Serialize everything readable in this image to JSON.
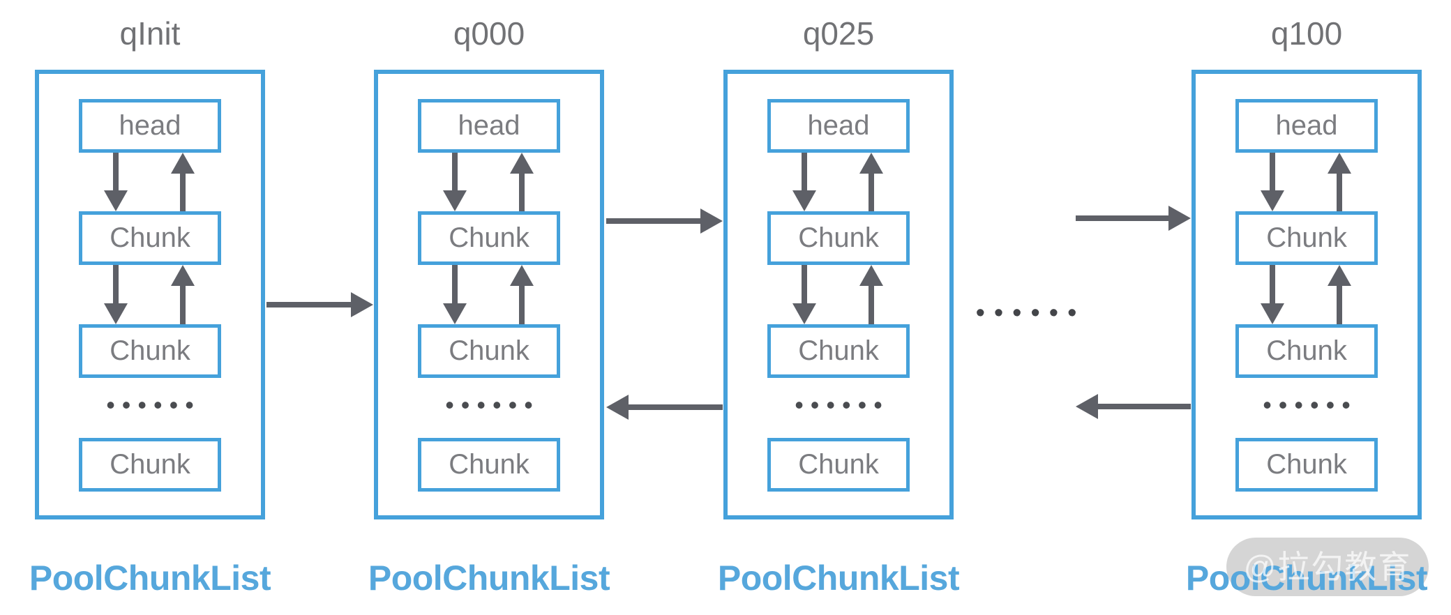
{
  "columns": [
    {
      "queue_name": "qInit",
      "head_label": "head",
      "chunk_labels": [
        "Chunk",
        "Chunk",
        "Chunk"
      ],
      "ellipsis": "••••••",
      "list_label": "PoolChunkList"
    },
    {
      "queue_name": "q000",
      "head_label": "head",
      "chunk_labels": [
        "Chunk",
        "Chunk",
        "Chunk"
      ],
      "ellipsis": "••••••",
      "list_label": "PoolChunkList"
    },
    {
      "queue_name": "q025",
      "head_label": "head",
      "chunk_labels": [
        "Chunk",
        "Chunk",
        "Chunk"
      ],
      "ellipsis": "••••••",
      "list_label": "PoolChunkList"
    },
    {
      "queue_name": "q100",
      "head_label": "head",
      "chunk_labels": [
        "Chunk",
        "Chunk",
        "Chunk"
      ],
      "ellipsis": "••••••",
      "list_label": "PoolChunkList"
    }
  ],
  "gap_ellipsis": "••••••",
  "watermark": {
    "text": "@拉勾教育"
  },
  "colors": {
    "box_border_blue": "#45A1DB",
    "label_blue": "#56A7DC",
    "text_gray": "#717275",
    "arrow_gray": "#5E6067",
    "dot_gray": "#4A4C50",
    "watermark_pill": "#D0D0D0"
  }
}
